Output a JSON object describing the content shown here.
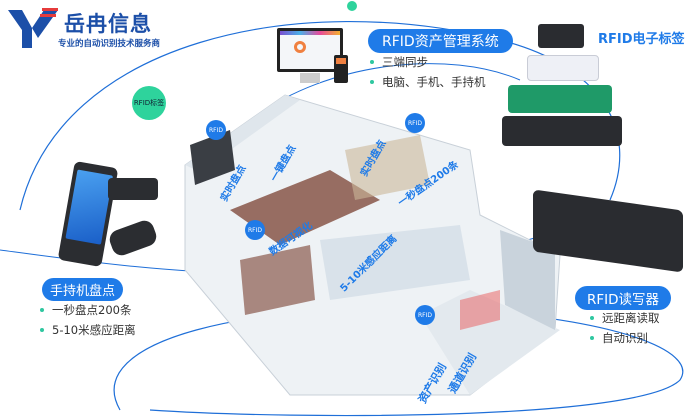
{
  "brand": {
    "name": "岳冉信息",
    "tagline": "专业的自动识别技术服务商",
    "primary_color": "#1c4fa8",
    "accent_color": "#1f7be8",
    "logo_stripe_color": "#e63b3b"
  },
  "system": {
    "title": "RFID资产管理系统",
    "bullets": [
      "三端同步",
      "电脑、手机、手持机"
    ]
  },
  "tags": {
    "title": "RFID电子标签",
    "badge": "RFID标签"
  },
  "handheld": {
    "title": "手持机盘点",
    "bullets": [
      "一秒盘点200条",
      "5-10米感应距离"
    ]
  },
  "reader": {
    "title": "RFID读写器",
    "bullets": [
      "远距离读取",
      "自动识别"
    ]
  },
  "floor_labels": [
    {
      "text": "实时盘点"
    },
    {
      "text": "一键盘点"
    },
    {
      "text": "实时盘点"
    },
    {
      "text": "一秒盘点200条"
    },
    {
      "text": "数据可视化"
    },
    {
      "text": "5-10米感应距离"
    },
    {
      "text": "资产识别"
    },
    {
      "text": "通道识别"
    }
  ],
  "rfid_bubble": "RFID"
}
